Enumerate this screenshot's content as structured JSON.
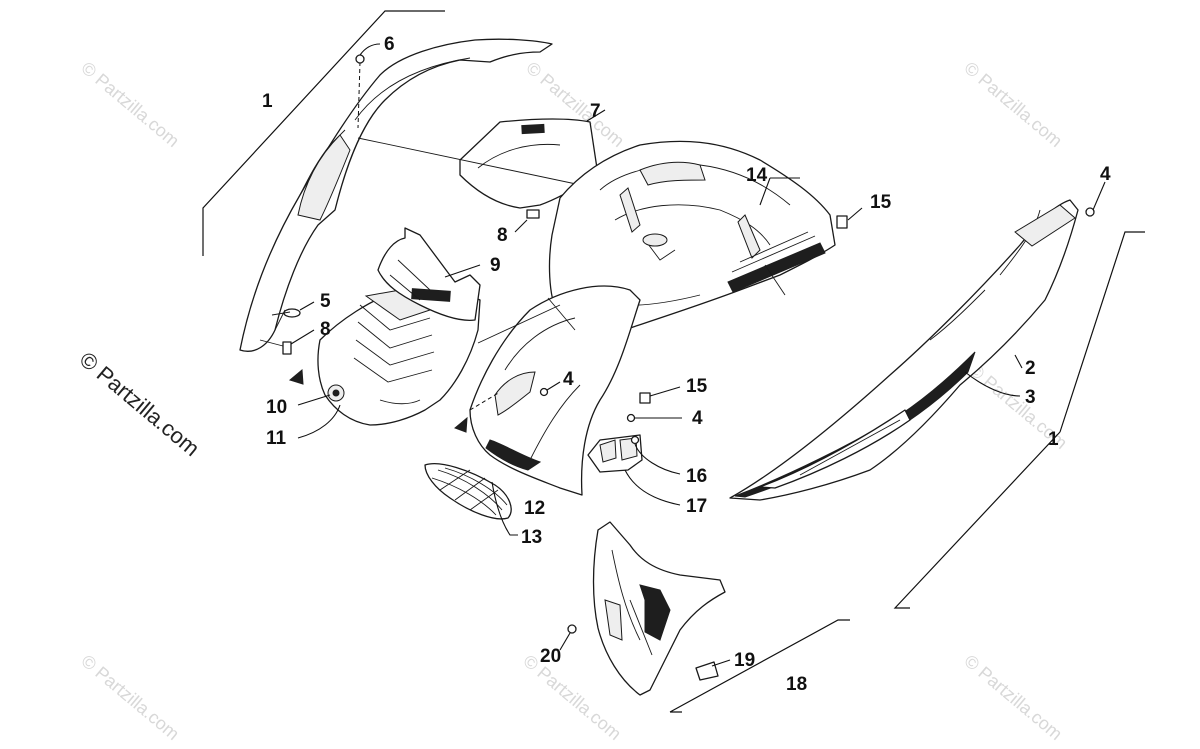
{
  "diagram": {
    "watermark": "© Partzilla.com",
    "watermark_small": "© Partzilla.com",
    "callouts": {
      "c1a": "1",
      "c1b": "1",
      "c2": "2",
      "c3": "3",
      "c4a": "4",
      "c4b": "4",
      "c4c": "4",
      "c5": "5",
      "c6": "6",
      "c7": "7",
      "c8a": "8",
      "c8b": "8",
      "c9": "9",
      "c10": "10",
      "c11": "11",
      "c12": "12",
      "c13": "13",
      "c14": "14",
      "c15a": "15",
      "c15b": "15",
      "c16": "16",
      "c17": "17",
      "c18": "18",
      "c19": "19",
      "c20": "20"
    }
  }
}
